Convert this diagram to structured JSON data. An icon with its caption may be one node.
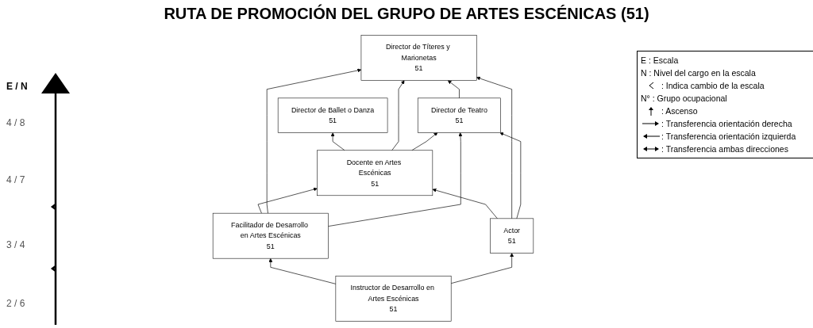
{
  "diagram": {
    "title": "RUTA DE PROMOCIÓN DEL GRUPO DE ARTES ESCÉNICAS (51)",
    "nodes": [
      {
        "text": [
          "Director de Ballet o Danza",
          "51"
        ]
      },
      {
        "text": [
          "Director de Títeres y Marionetas",
          "51"
        ]
      },
      {
        "text": [
          "Director de Teatro",
          "51"
        ]
      },
      {
        "text": [
          "Docente en Artes Escénicas",
          "51"
        ]
      },
      {
        "text": [
          "Facilitador de Desarrollo en Artes Escénicas",
          "51"
        ]
      },
      {
        "text": [
          "Actor",
          "51"
        ]
      },
      {
        "text": [
          "Instructor de Desarrollo en Artes Escénicas",
          "51"
        ]
      }
    ],
    "edges": [
      {
        "from": 2,
        "to": 1,
        "arrow": "to"
      },
      {
        "from": 3,
        "to": 0,
        "arrow": "to"
      },
      {
        "from": 3,
        "to": 1,
        "arrow": "to"
      },
      {
        "from": 3,
        "to": 2,
        "arrow": "to"
      },
      {
        "from": 4,
        "to": 3,
        "arrow": "to"
      },
      {
        "from": 4,
        "to": 1,
        "arrow": "to"
      },
      {
        "from": 4,
        "to": 2,
        "arrow": "to"
      },
      {
        "from": 5,
        "to": 3,
        "arrow": "to"
      },
      {
        "from": 5,
        "to": 1,
        "arrow": "to"
      },
      {
        "from": 5,
        "to": 2,
        "arrow": "to"
      },
      {
        "from": 6,
        "to": 4,
        "arrow": "to"
      },
      {
        "from": 6,
        "to": 5,
        "arrow": "to"
      }
    ],
    "labels": [
      "E / N",
      "4 / 8",
      "4 / 7",
      "3 / 4",
      "2 / 6"
    ],
    "legend": [
      {
        "text": "E : Escala"
      },
      {
        "text": "N : Nivel del cargo en la escala"
      },
      {
        "text": ": Indica cambio de la escala"
      },
      {
        "text": "N° : Grupo ocupacional"
      },
      {
        "text": ": Ascenso"
      },
      {
        "text": ": Transferencia orientación derecha"
      },
      {
        "text": ": Transferencia orientación izquierda"
      },
      {
        "text": ": Transferencia ambas direcciones"
      }
    ]
  }
}
